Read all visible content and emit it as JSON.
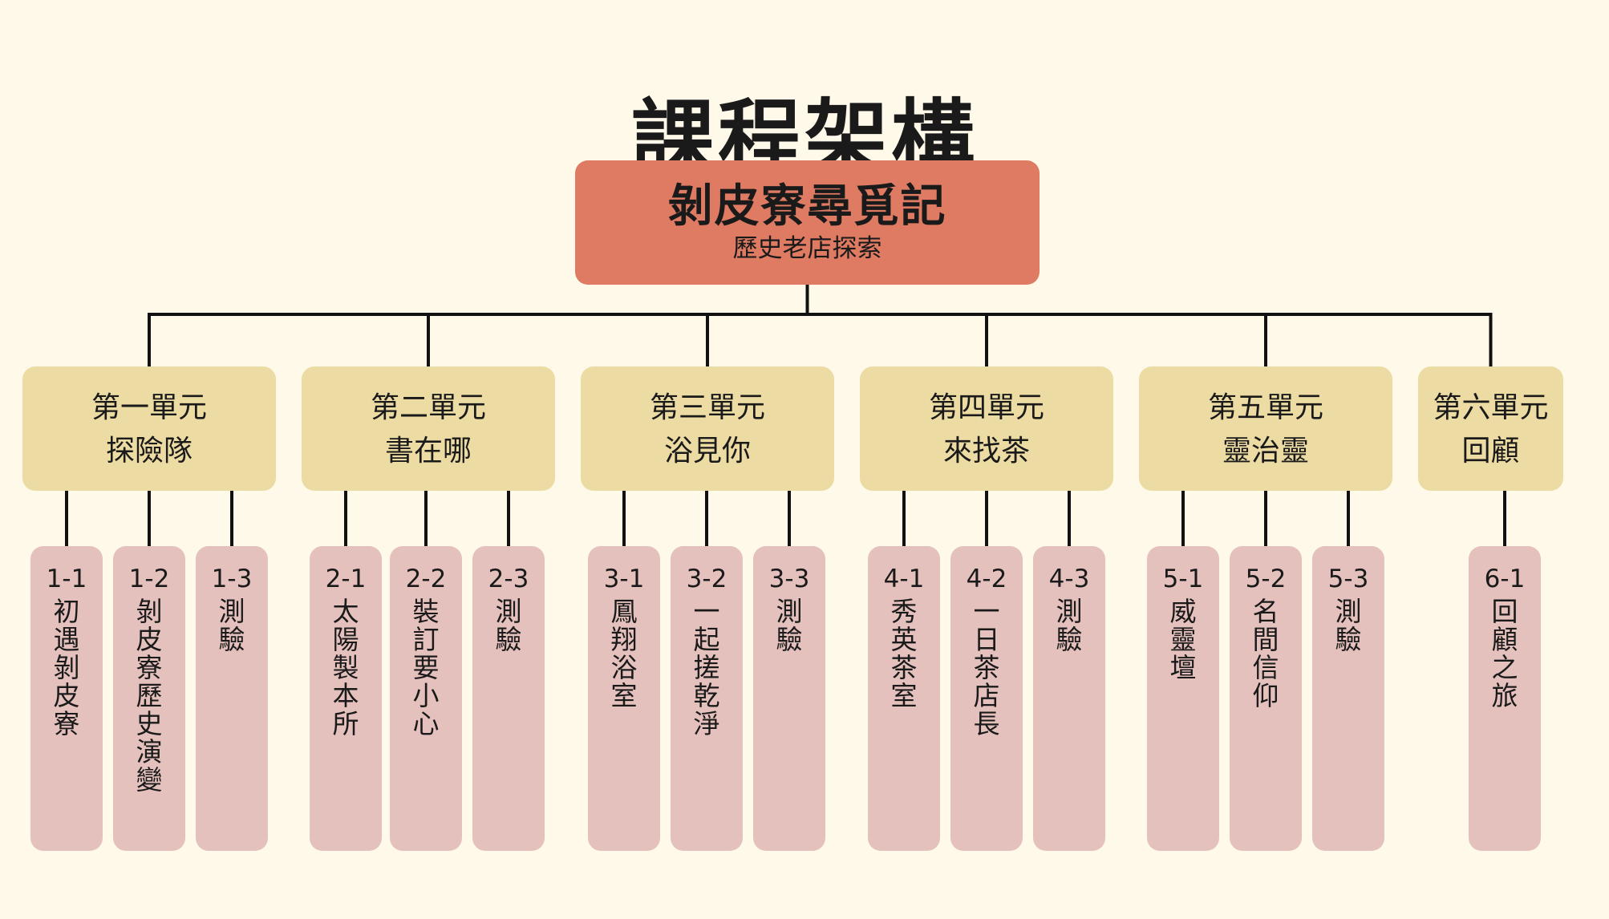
{
  "title": "課程架構",
  "root": {
    "title": "剝皮寮尋覓記",
    "subtitle": "歷史老店探索"
  },
  "units": [
    {
      "name": "第一單元",
      "topic": "探險隊",
      "lessons": [
        {
          "code": "1-1",
          "title": "初遇剝皮寮"
        },
        {
          "code": "1-2",
          "title": "剝皮寮歷史演變"
        },
        {
          "code": "1-3",
          "title": "測驗"
        }
      ]
    },
    {
      "name": "第二單元",
      "topic": "書在哪",
      "lessons": [
        {
          "code": "2-1",
          "title": "太陽製本所"
        },
        {
          "code": "2-2",
          "title": "裝訂要小心"
        },
        {
          "code": "2-3",
          "title": "測驗"
        }
      ]
    },
    {
      "name": "第三單元",
      "topic": "浴見你",
      "lessons": [
        {
          "code": "3-1",
          "title": "鳳翔浴室"
        },
        {
          "code": "3-2",
          "title": "一起搓乾淨"
        },
        {
          "code": "3-3",
          "title": "測驗"
        }
      ]
    },
    {
      "name": "第四單元",
      "topic": "來找茶",
      "lessons": [
        {
          "code": "4-1",
          "title": "秀英茶室"
        },
        {
          "code": "4-2",
          "title": "一日茶店長"
        },
        {
          "code": "4-3",
          "title": "測驗"
        }
      ]
    },
    {
      "name": "第五單元",
      "topic": "靈治靈",
      "lessons": [
        {
          "code": "5-1",
          "title": "威靈壇"
        },
        {
          "code": "5-2",
          "title": "名間信仰"
        },
        {
          "code": "5-3",
          "title": "測驗"
        }
      ]
    },
    {
      "name": "第六單元",
      "topic": "回顧",
      "lessons": [
        {
          "code": "6-1",
          "title": "回顧之旅"
        }
      ]
    }
  ],
  "colors": {
    "background": "#fef9e9",
    "root": "#df7b62",
    "unit": "#ecdba3",
    "lesson": "#e5c1bd",
    "connector": "#111111"
  }
}
